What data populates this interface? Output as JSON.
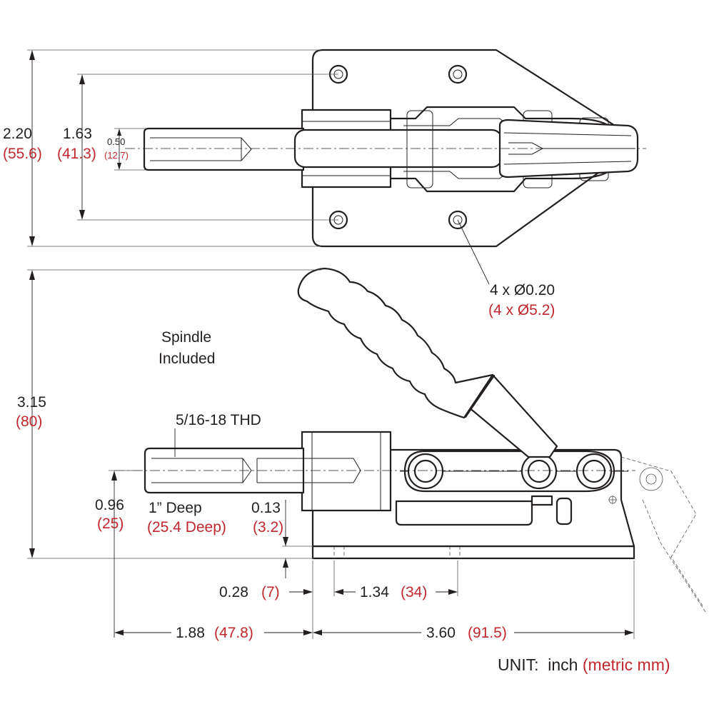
{
  "top_view": {
    "width_in": "2.20",
    "width_mm": "(55.6)",
    "hole_span_in": "1.63",
    "hole_span_mm": "(41.3)",
    "spindle_dia_in": "0.50",
    "spindle_dia_mm": "(12.7)",
    "holes_in": "4 x Ø0.20",
    "holes_mm": "(4 x Ø5.2)"
  },
  "side_view": {
    "spindle_note_line1": "Spindle",
    "spindle_note_line2": "Included",
    "thread": "5/16-18 THD",
    "height_in": "3.15",
    "height_mm": "(80)",
    "spindle_height_in": "0.96",
    "spindle_height_mm": "(25)",
    "depth_in": "1” Deep",
    "depth_mm": "(25.4 Deep)",
    "base_thick_in": "0.13",
    "base_thick_mm": "(3.2)",
    "edge_to_hole_in": "0.28",
    "edge_to_hole_mm": "(7)",
    "hole_pitch_in": "1.34",
    "hole_pitch_mm": "(34)",
    "stroke_in": "1.88",
    "stroke_mm": "(47.8)",
    "base_length_in": "3.60",
    "base_length_mm": "(91.5)"
  },
  "units": {
    "label": "UNIT:",
    "inch": "inch",
    "metric": "(metric mm)"
  },
  "colors": {
    "ink": "#231f20",
    "metric": "#c1272d"
  }
}
